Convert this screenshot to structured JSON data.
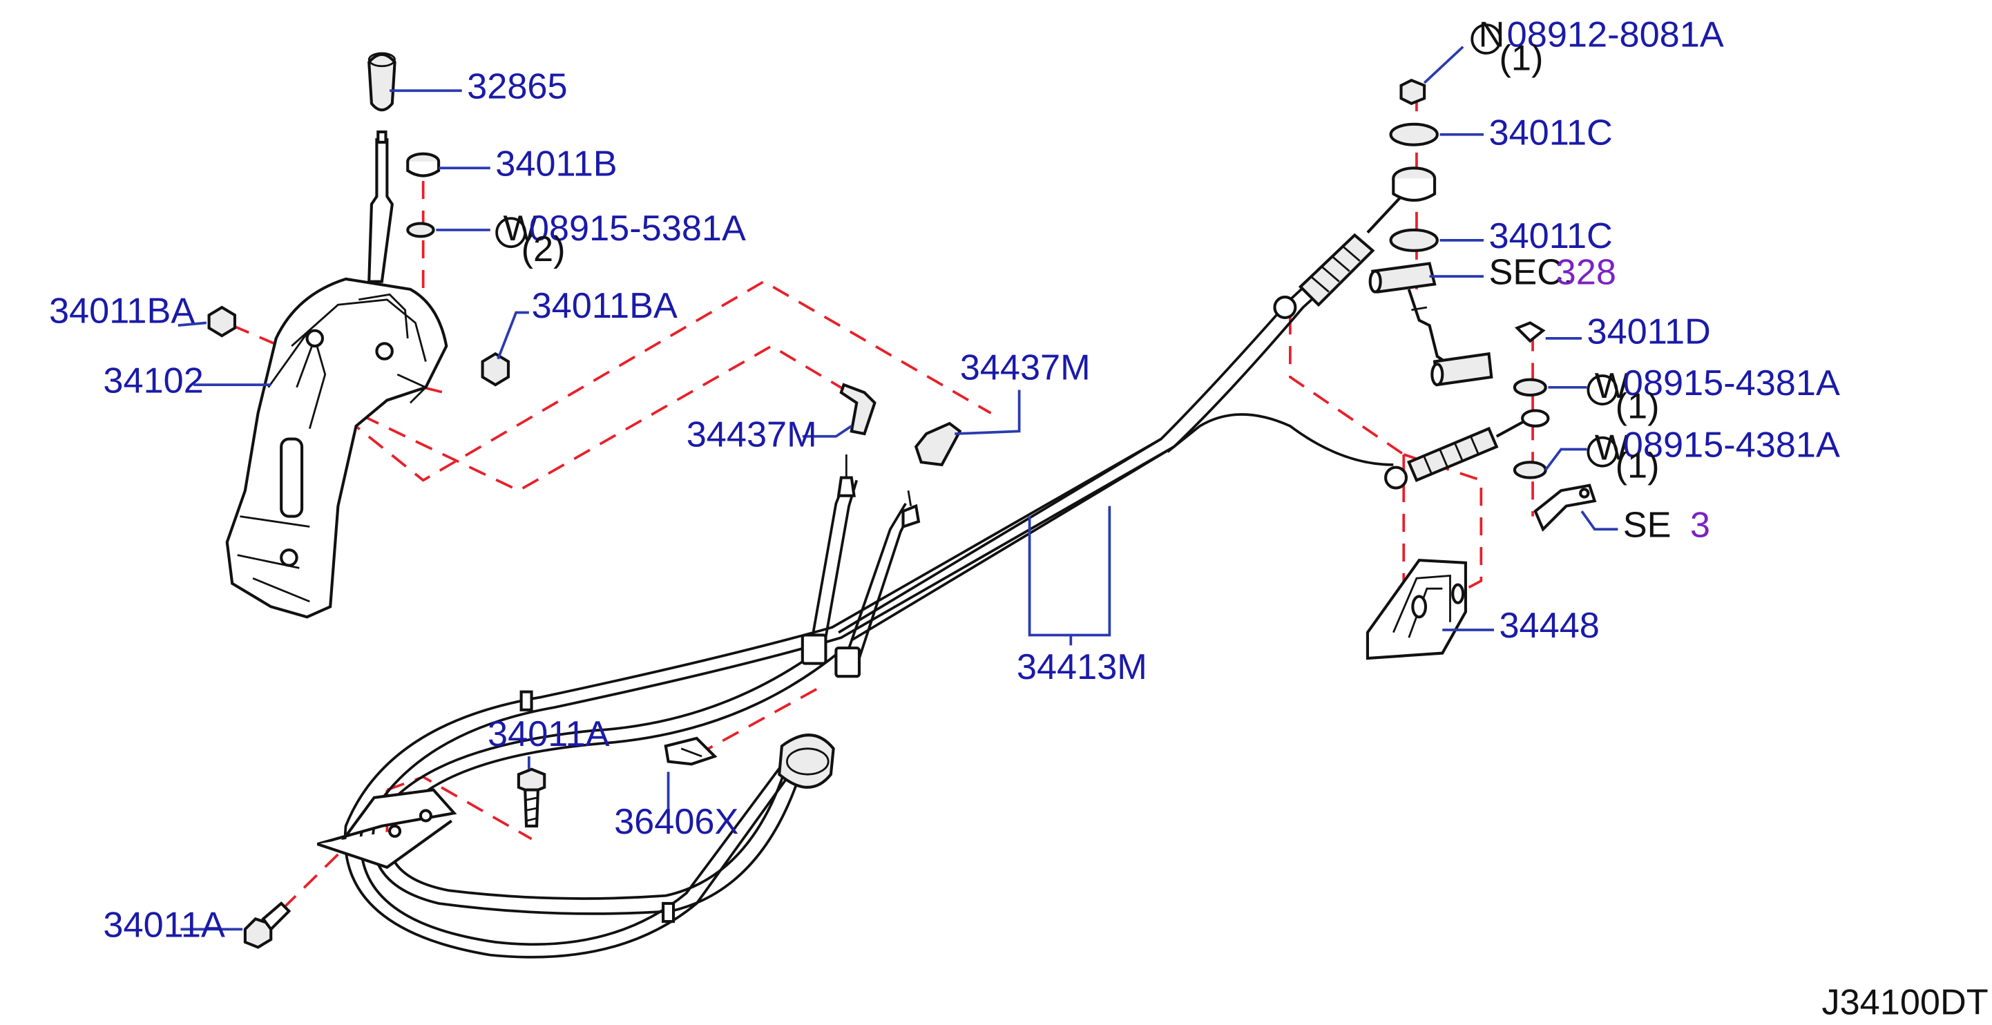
{
  "diagram": {
    "code": "J34100DT",
    "callouts": [
      {
        "id": "knob",
        "text": "32865"
      },
      {
        "id": "nut-top",
        "text": "34011B"
      },
      {
        "id": "washer-top",
        "prefix": "W",
        "text": "08915-5381A",
        "qty": "(2)"
      },
      {
        "id": "nut-left",
        "text": "34011BA"
      },
      {
        "id": "nut-right",
        "text": "34011BA"
      },
      {
        "id": "shifter",
        "text": "34102"
      },
      {
        "id": "clip-left",
        "text": "34437M"
      },
      {
        "id": "clip-right",
        "text": "34437M"
      },
      {
        "id": "cable",
        "text": "34413M"
      },
      {
        "id": "bolt-mid",
        "text": "34011A"
      },
      {
        "id": "bracket-clip",
        "text": "36406X"
      },
      {
        "id": "bolt-bottom",
        "text": "34011A"
      },
      {
        "id": "nut-n",
        "prefix": "N",
        "text": "08912-8081A",
        "qty": "(1)"
      },
      {
        "id": "bushing-1",
        "text": "34011C"
      },
      {
        "id": "bushing-2",
        "text": "34011C"
      },
      {
        "id": "sec-328",
        "text": "SEC.",
        "ref": "328"
      },
      {
        "id": "clip-d",
        "text": "34011D"
      },
      {
        "id": "washer-r1",
        "prefix": "W",
        "text": "08915-4381A",
        "qty": "(1)"
      },
      {
        "id": "washer-r2",
        "prefix": "W",
        "text": "08915-4381A",
        "qty": "(1)"
      },
      {
        "id": "sec-partial",
        "text": "SE",
        "ref": "3"
      },
      {
        "id": "bracket",
        "text": "34448"
      }
    ]
  }
}
